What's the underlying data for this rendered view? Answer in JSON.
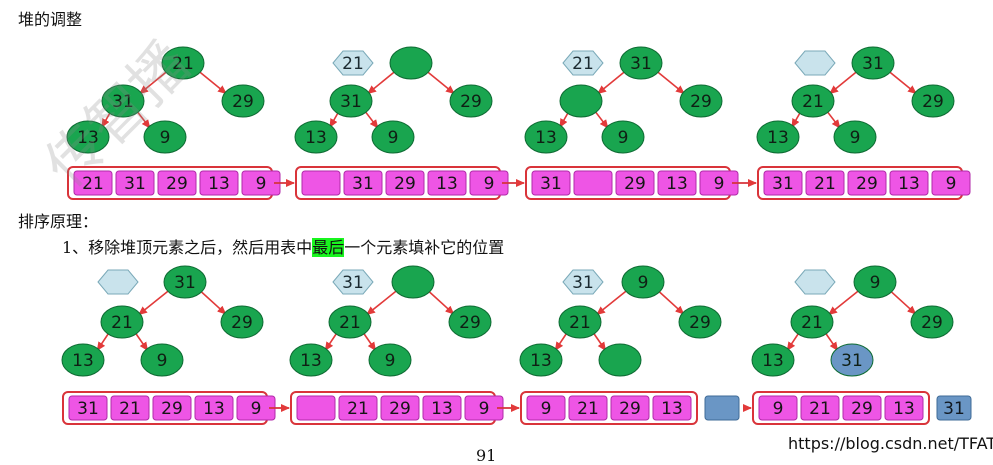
{
  "doc": {
    "title": "堆的调整",
    "principle": "排序原理：",
    "step1_before": "1、移除堆顶元素之后，然后用表中",
    "step1_highlight": "最后",
    "step1_after": "一个元素填补它的位置",
    "page_number": "91",
    "credit": "https://blog.csdn.net/TFATS",
    "watermark": "传智播"
  },
  "colors": {
    "node_fill": "#19a54f",
    "node_text": "#0f1f14",
    "node_blue": "#6a96c5",
    "hex_fill": "#c9e3ec",
    "edge": "#e23a3a",
    "cell_fill": "#ee55e5",
    "list_border": "#d9343a",
    "arrow": "#d6333a",
    "slot_blue": "#6a96c5"
  },
  "icons": [
    "hexagon-slot-icon",
    "red-arrow-icon"
  ],
  "rows": [
    {
      "panels": [
        {
          "hex": "",
          "nodes": [
            "21",
            "31",
            "29",
            "13",
            "9"
          ],
          "list": [
            "21",
            "31",
            "29",
            "13",
            "9"
          ],
          "outside": null
        },
        {
          "hex": "21",
          "nodes": [
            "",
            "31",
            "29",
            "13",
            "9"
          ],
          "list": [
            "",
            "31",
            "29",
            "13",
            "9"
          ],
          "outside": null
        },
        {
          "hex": "21",
          "nodes": [
            "31",
            "",
            "29",
            "13",
            "9"
          ],
          "list": [
            "31",
            "",
            "29",
            "13",
            "9"
          ],
          "outside": null
        },
        {
          "hex": "",
          "nodes": [
            "31",
            "21",
            "29",
            "13",
            "9"
          ],
          "list": [
            "31",
            "21",
            "29",
            "13",
            "9"
          ],
          "outside": null
        }
      ]
    },
    {
      "panels": [
        {
          "hex": "",
          "nodes": [
            "31",
            "21",
            "29",
            "13",
            "9"
          ],
          "list": [
            "31",
            "21",
            "29",
            "13",
            "9"
          ],
          "outside": null
        },
        {
          "hex": "31",
          "nodes": [
            "",
            "21",
            "29",
            "13",
            "9"
          ],
          "list": [
            "",
            "21",
            "29",
            "13",
            "9"
          ],
          "outside": null
        },
        {
          "hex": "31",
          "nodes": [
            "9",
            "21",
            "29",
            "13",
            ""
          ],
          "list": [
            "9",
            "21",
            "29",
            "13"
          ],
          "outside": ""
        },
        {
          "hex": "",
          "nodes": [
            "9",
            "21",
            "29",
            "13",
            "31"
          ],
          "list": [
            "9",
            "21",
            "29",
            "13"
          ],
          "outside": "31"
        }
      ]
    }
  ]
}
